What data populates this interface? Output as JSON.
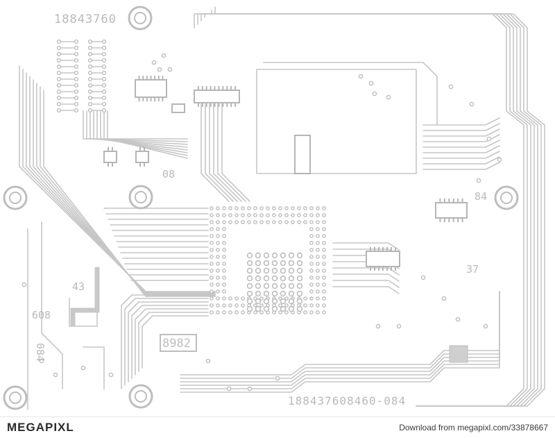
{
  "board": {
    "labels": {
      "top_serial": "18843760",
      "bottom_serial": "188437608460-084",
      "ic_08": "08",
      "ic_84": "84",
      "ic_37": "37",
      "ic_43": "43",
      "ic_608": "608",
      "ic_084": "084",
      "display_digits": "8982"
    },
    "colors": {
      "trace": "#c6c6c6",
      "pad": "#bdbdbd",
      "chip_fill": "#ffffff",
      "background": "#ffffff"
    }
  },
  "footer": {
    "logo": "MEGAPIXL",
    "credit": "Download from megapixl.com/33878667"
  }
}
